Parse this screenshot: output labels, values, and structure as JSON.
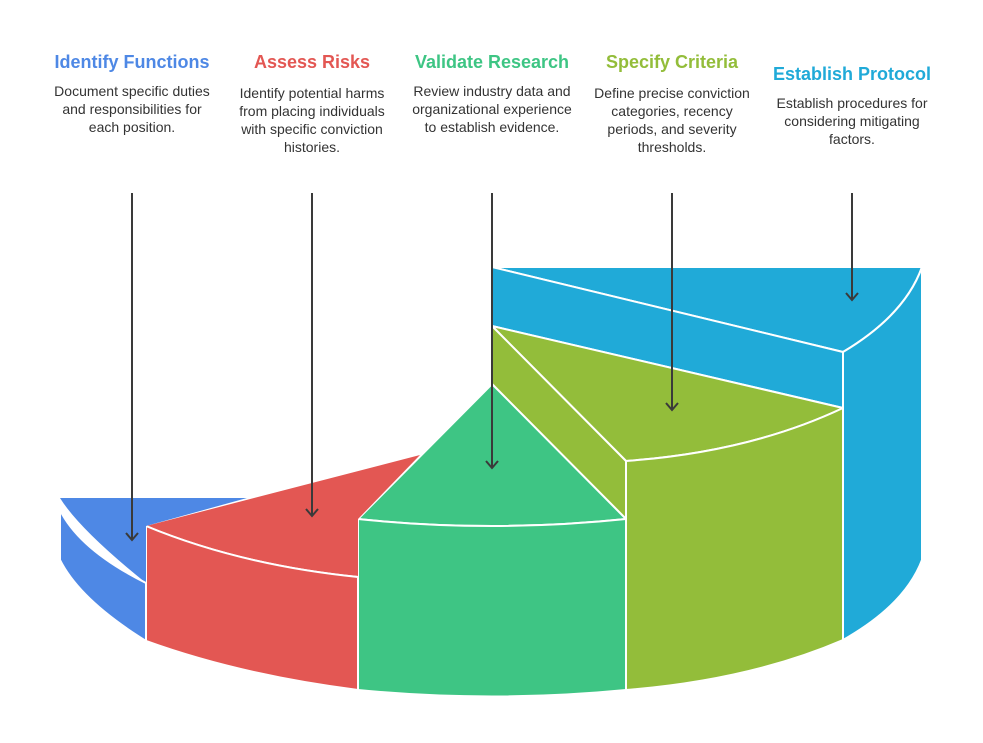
{
  "steps": [
    {
      "title": "Identify Functions",
      "description": "Document specific duties and responsibilities for each position.",
      "color": "#4e88e5"
    },
    {
      "title": "Assess Risks",
      "description": "Identify potential harms from placing individuals with specific conviction histories.",
      "color": "#e35753"
    },
    {
      "title": "Validate Research",
      "description": "Review industry data and organizational experience to establish evidence.",
      "color": "#3ec584"
    },
    {
      "title": "Specify Criteria",
      "description": "Define precise conviction categories, recency periods, and severity thresholds.",
      "color": "#93bd3a"
    },
    {
      "title": "Establish Protocol",
      "description": "Establish procedures for considering mitigating factors.",
      "color": "#20aad8"
    }
  ]
}
